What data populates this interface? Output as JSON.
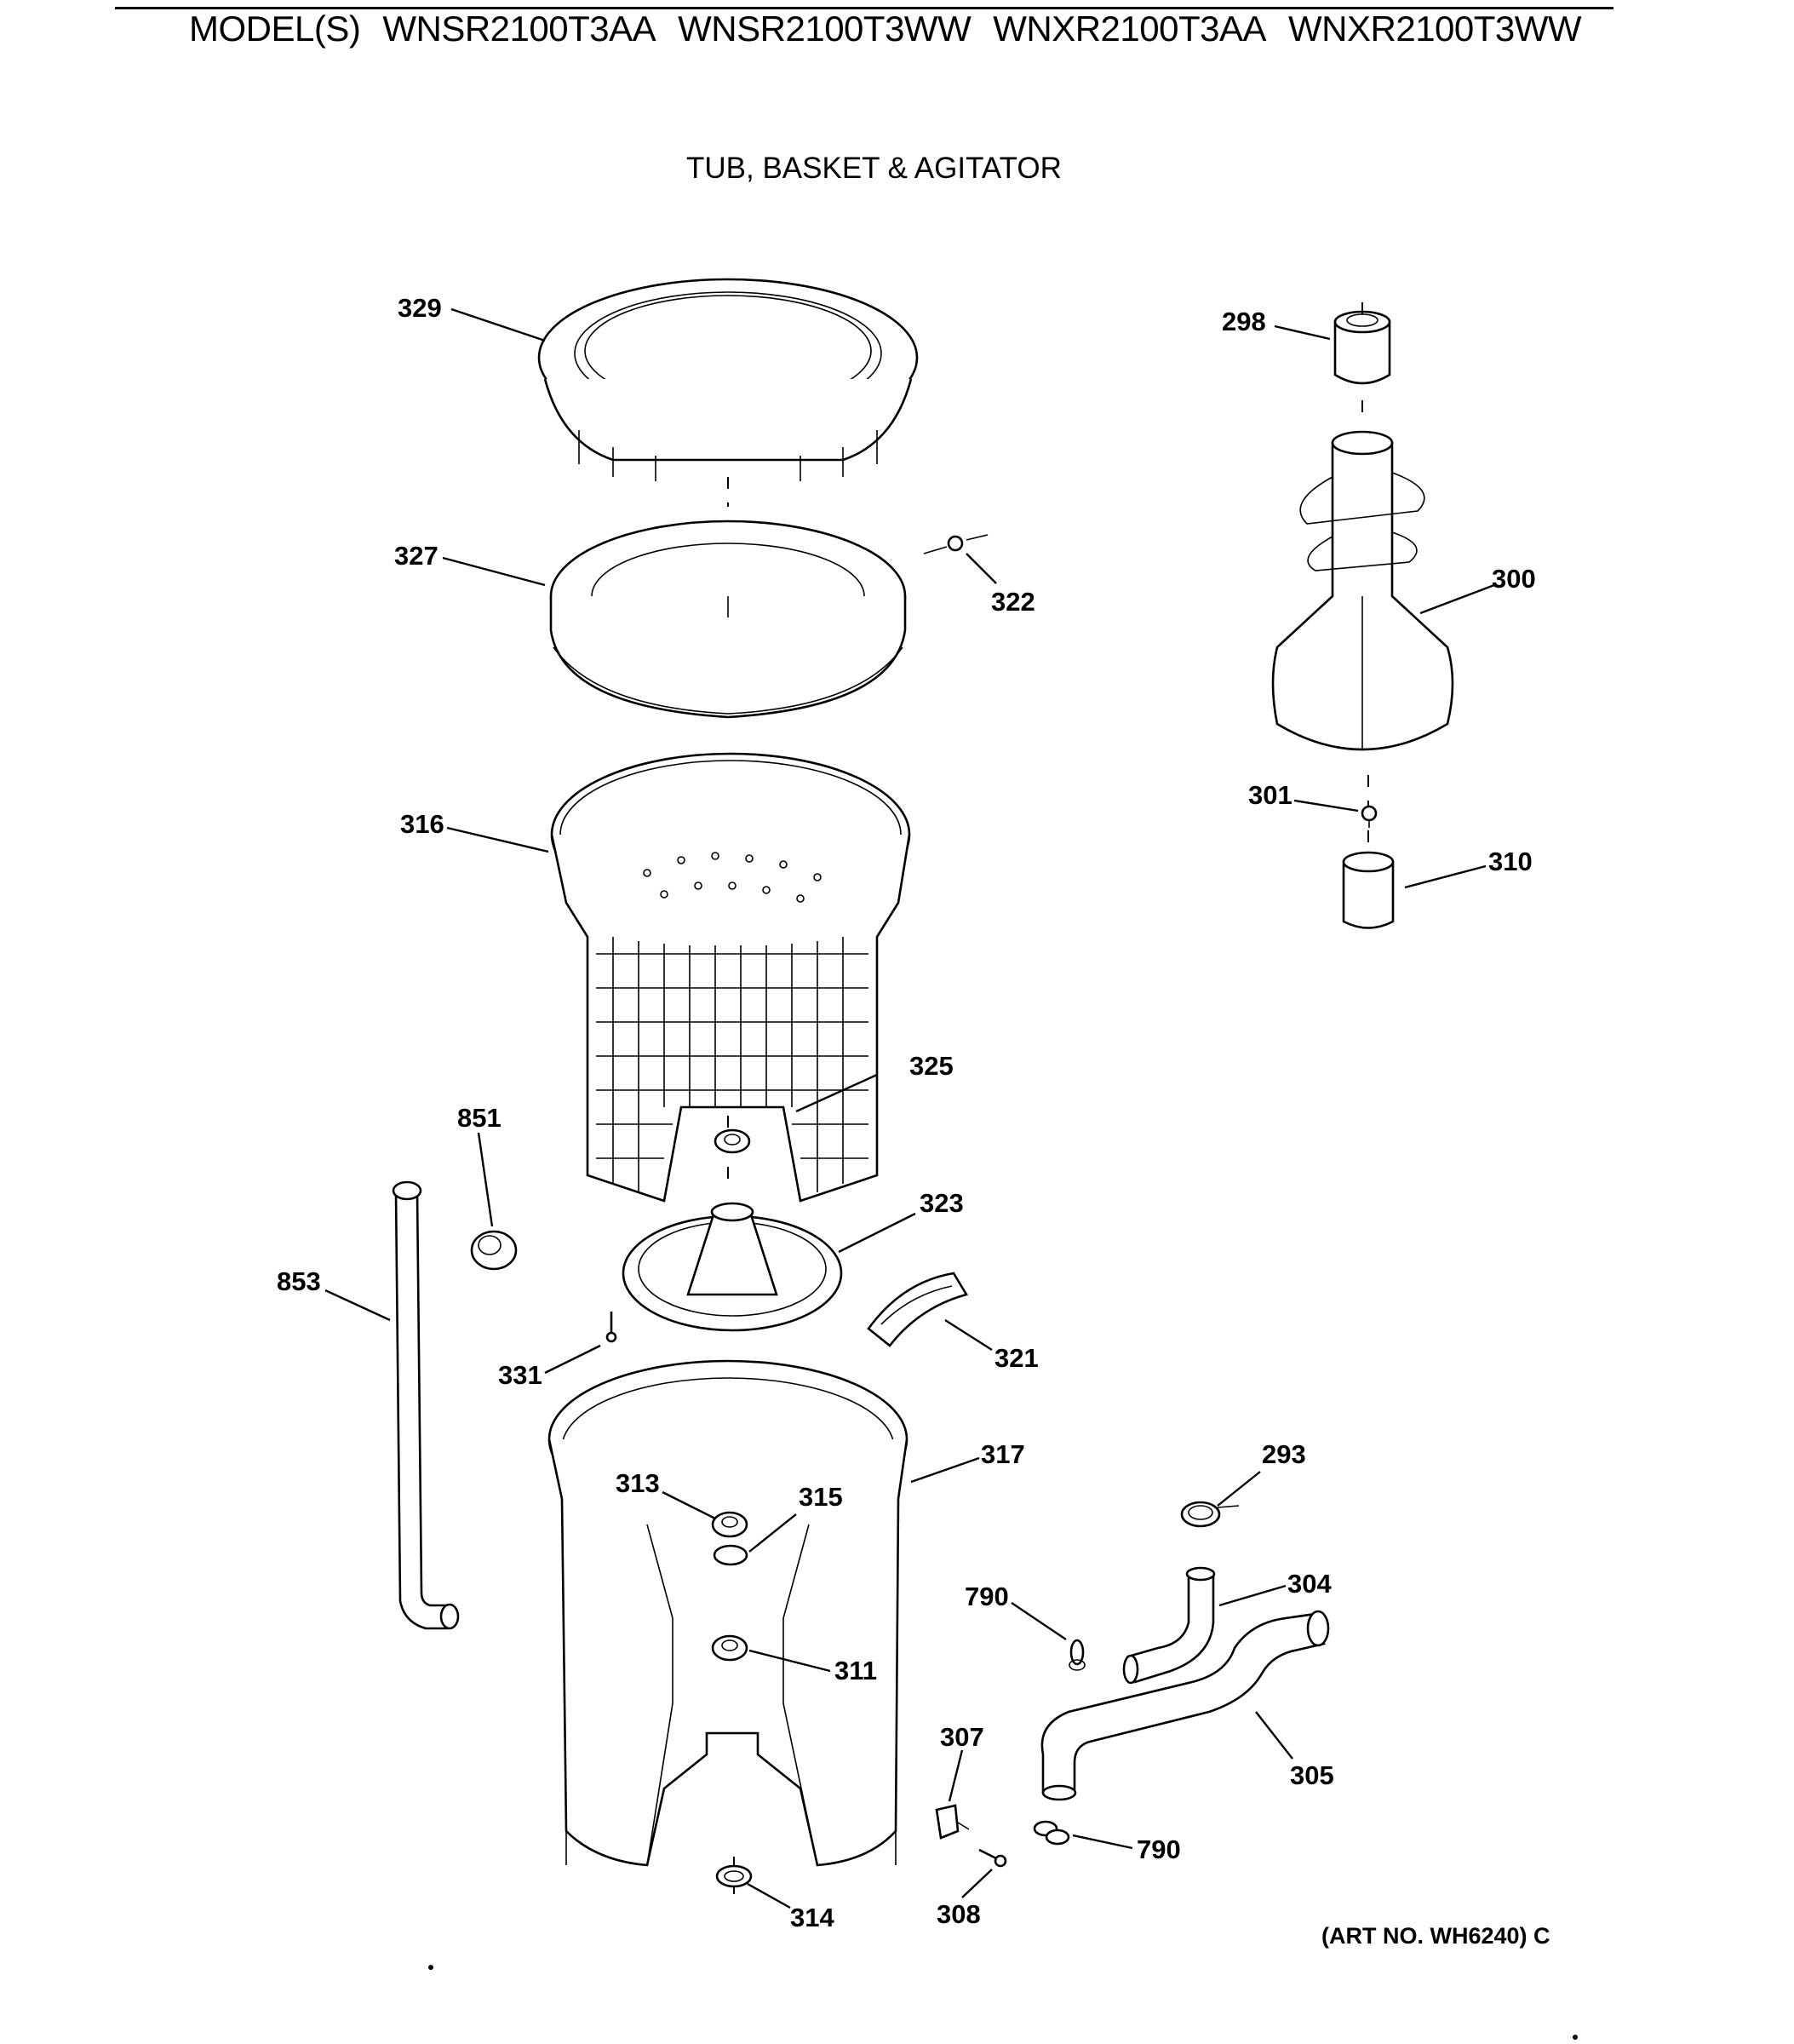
{
  "header": {
    "prefix": "MODEL(S)",
    "models": [
      "WNSR2100T3AA",
      "WNSR2100T3WW",
      "WNXR2100T3AA",
      "WNXR2100T3WW"
    ]
  },
  "title": "TUB, BASKET & AGITATOR",
  "art_number": "(ART NO. WH6240) C",
  "callouts": {
    "outer_cover": "329",
    "balance_ring": "327",
    "screw_322": "322",
    "basket": "316",
    "basket_nut": "325",
    "hub": "323",
    "filter": "321",
    "screw_331": "331",
    "knob": "851",
    "pipe": "853",
    "outer_tub": "317",
    "nut_313": "313",
    "washer_315": "315",
    "bearing_311": "311",
    "seal_314": "314",
    "agitator_cap": "298",
    "agitator": "300",
    "bolt_301": "301",
    "coupling": "310",
    "clamp_293": "293",
    "hose_304": "304",
    "clip_790_top": "790",
    "hose_305": "305",
    "bracket_307": "307",
    "clip_790_bottom": "790",
    "screw_308": "308"
  }
}
